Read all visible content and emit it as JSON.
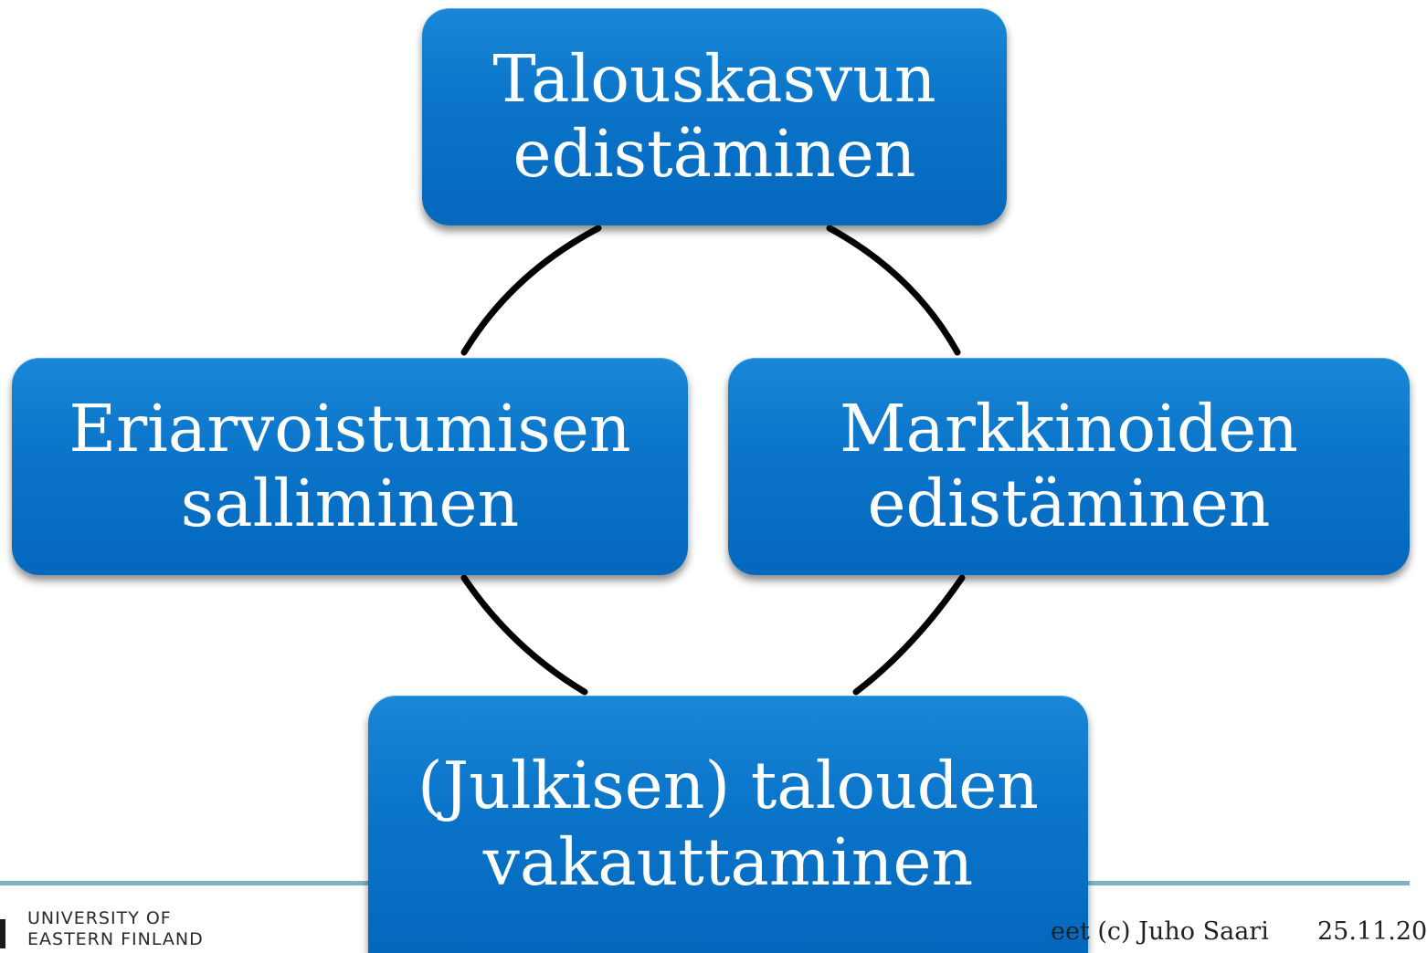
{
  "diagram": {
    "nodes": [
      {
        "id": "top",
        "lines": [
          "Talouskasvun",
          "edistäminen"
        ]
      },
      {
        "id": "left",
        "lines": [
          "Eriarvoistumisen",
          "salliminen"
        ]
      },
      {
        "id": "right",
        "lines": [
          "Markkinoiden",
          "edistäminen"
        ]
      },
      {
        "id": "bottom",
        "lines": [
          "(Julkisen) talouden",
          "vakauttaminen"
        ]
      }
    ],
    "colors": {
      "box": "#0a74c9",
      "text": "#ffffff",
      "connector": "#000000",
      "rule": "#7fb3c4"
    }
  },
  "footer": {
    "logo_line1": "UNIVERSITY OF",
    "logo_line2": "EASTERN FINLAND",
    "author": "eet (c) Juho Saari",
    "date": "25.11.20"
  }
}
